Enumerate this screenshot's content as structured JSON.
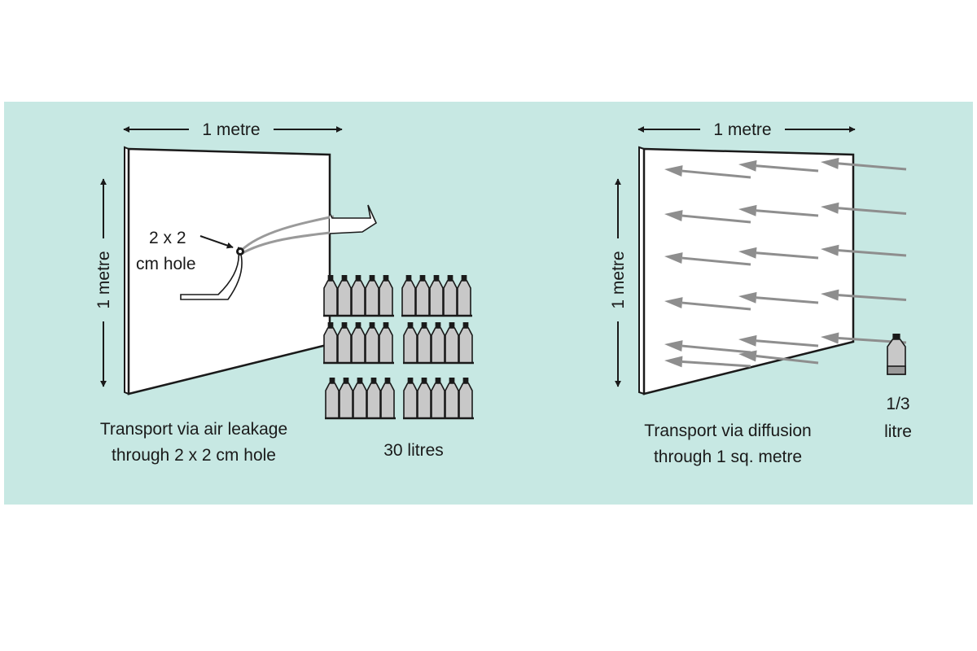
{
  "colors": {
    "panel_background": "#c7e8e3",
    "ink": "#1a1a1a",
    "arrow_gray": "#8e8e8e",
    "bottle_fill": "#c8c8c8",
    "wall_fill": "#ffffff"
  },
  "left_panel": {
    "width_label": "1 metre",
    "height_label": "1 metre",
    "hole_label_line1": "2 x 2",
    "hole_label_line2": "cm hole",
    "caption_line1": "Transport via air leakage",
    "caption_line2": "through 2 x 2 cm hole",
    "volume_label": "30 litres",
    "bottle_count": 30
  },
  "right_panel": {
    "width_label": "1 metre",
    "height_label": "1 metre",
    "caption_line1": "Transport via diffusion",
    "caption_line2": "through 1 sq. metre",
    "volume_label_line1": "1/3",
    "volume_label_line2": "litre",
    "bottle_count": 1
  }
}
